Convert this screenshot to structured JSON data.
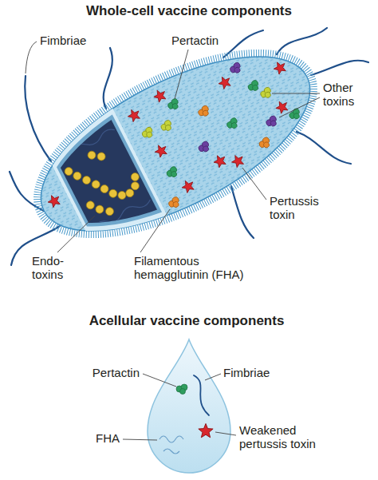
{
  "diagram": {
    "title": "Whole-cell vaccine components",
    "labels": [
      "Fimbriae",
      "Pertactin",
      "Other toxins",
      "Pertussis toxin",
      "Endo- toxins",
      "Filamentous hemagglutinin (FHA)",
      "Acellular vaccine components",
      "Pertactin",
      "Fimbriae",
      "FHA",
      "Weakened pertussis toxin"
    ]
  }
}
